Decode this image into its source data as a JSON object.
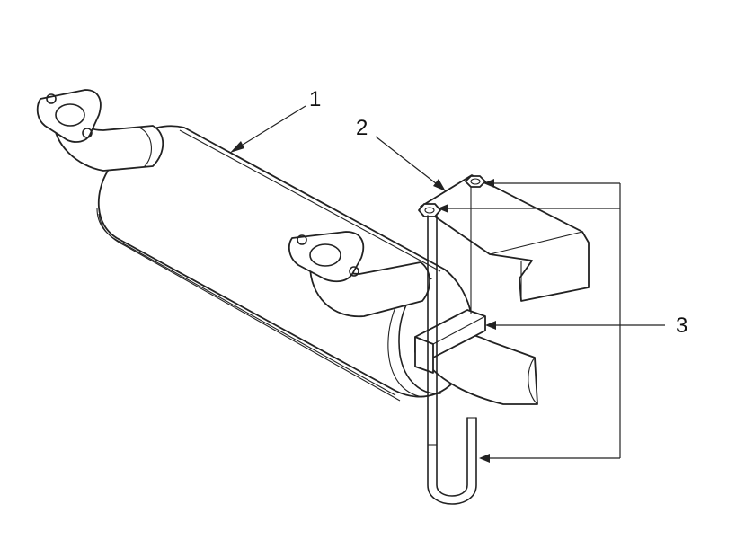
{
  "callouts": {
    "c1": "1",
    "c2": "2",
    "c3": "3"
  },
  "colors": {
    "line": "#222222",
    "background": "#ffffff"
  }
}
